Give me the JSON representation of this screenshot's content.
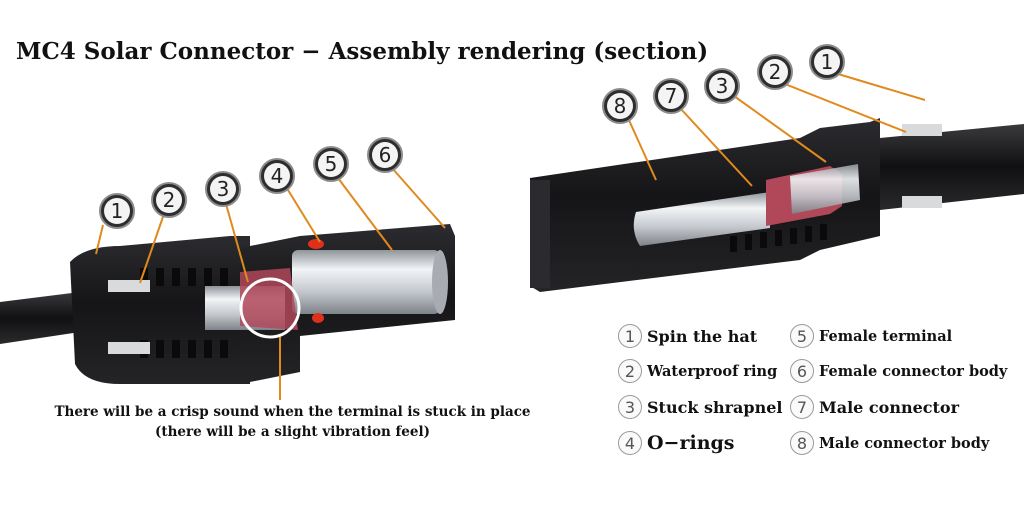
{
  "title": "MC4 Solar Connector − Assembly rendering (section)",
  "caption": {
    "line1": "There will be a crisp sound when the terminal is stuck in place",
    "line2": "(there will be a slight vibration feel)"
  },
  "legend": [
    {
      "num": "1",
      "label": "Spin the hat"
    },
    {
      "num": "2",
      "label": "Waterproof ring"
    },
    {
      "num": "3",
      "label": "Stuck shrapnel"
    },
    {
      "num": "4",
      "label": "O−rings"
    },
    {
      "num": "5",
      "label": "Female terminal"
    },
    {
      "num": "6",
      "label": "Female connector body"
    },
    {
      "num": "7",
      "label": "Male connector"
    },
    {
      "num": "8",
      "label": "Male connector body"
    }
  ],
  "left_callouts": [
    "1",
    "2",
    "3",
    "4",
    "5",
    "6"
  ],
  "right_callouts": [
    "8",
    "7",
    "3",
    "2",
    "1"
  ],
  "colors": {
    "body": "#1b1b1d",
    "body_highlight": "#3a3a3e",
    "metal": "#c9ccd1",
    "leader": "#e08a1e",
    "shrapnel": "#b0485a",
    "oring": "#e0301c"
  }
}
